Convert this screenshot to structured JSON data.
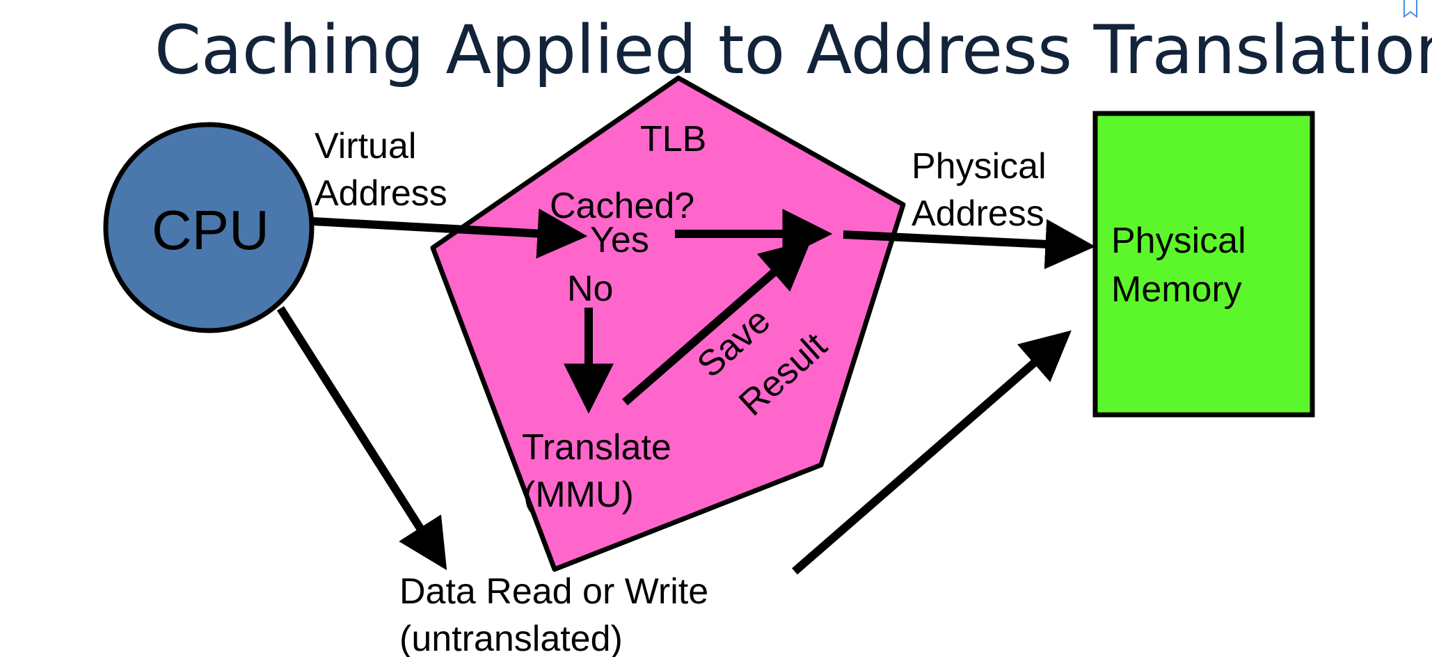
{
  "title": "Caching Applied to Address Translation",
  "nodes": {
    "cpu": "CPU",
    "tlb": "TLB",
    "memory": [
      "Physical",
      "Memory"
    ]
  },
  "labels": {
    "virtual_address": [
      "Virtual",
      "Address"
    ],
    "cached": "Cached?",
    "yes": "Yes",
    "no": "No",
    "save_result": [
      "Save",
      "Result"
    ],
    "translate": [
      "Translate",
      "(MMU)"
    ],
    "physical_address": [
      "Physical",
      "Address"
    ],
    "data_rw": [
      "Data Read or Write",
      "(untranslated)"
    ]
  },
  "colors": {
    "cpu": "#4a78ad",
    "tlb": "#ff66cc",
    "memory": "#5cf72a",
    "title": "#12233a"
  }
}
